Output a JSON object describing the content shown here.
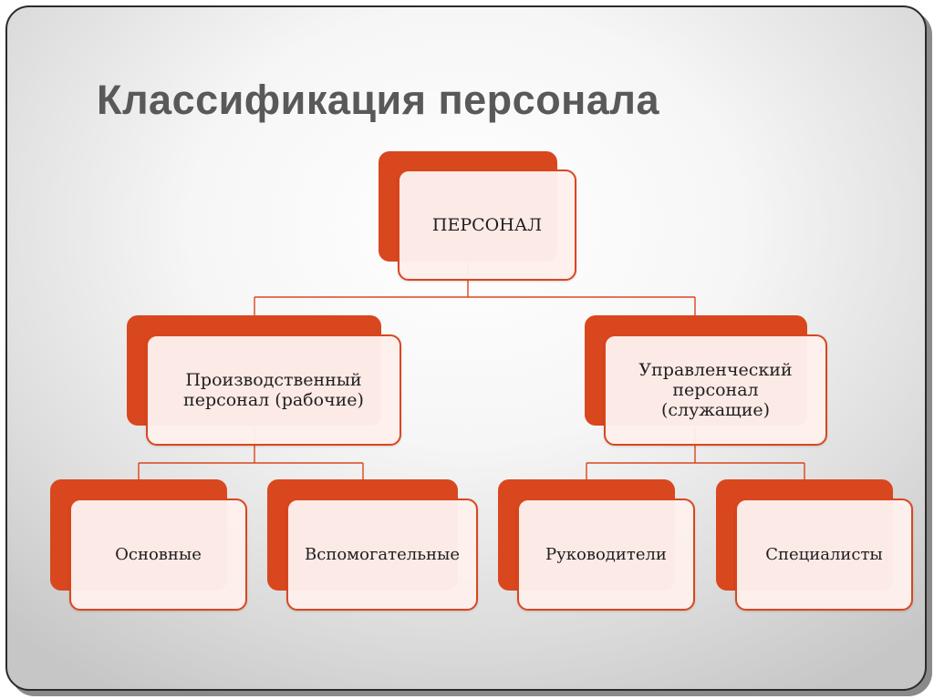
{
  "slide": {
    "title": "Классификация персонала"
  },
  "diagram": {
    "root": {
      "label": "ПЕРСОНАЛ"
    },
    "level2": [
      {
        "label": "Производственный\nперсонал (рабочие)"
      },
      {
        "label": "Управленческий\nперсонал\n(служащие)"
      }
    ],
    "level3": [
      {
        "label": "Основные"
      },
      {
        "label": "Вспомогательные"
      },
      {
        "label": "Руководители"
      },
      {
        "label": "Специалисты"
      }
    ]
  },
  "colors": {
    "accent": "#d9471e",
    "box_fill": "#fdf0ec",
    "title": "#595959"
  }
}
